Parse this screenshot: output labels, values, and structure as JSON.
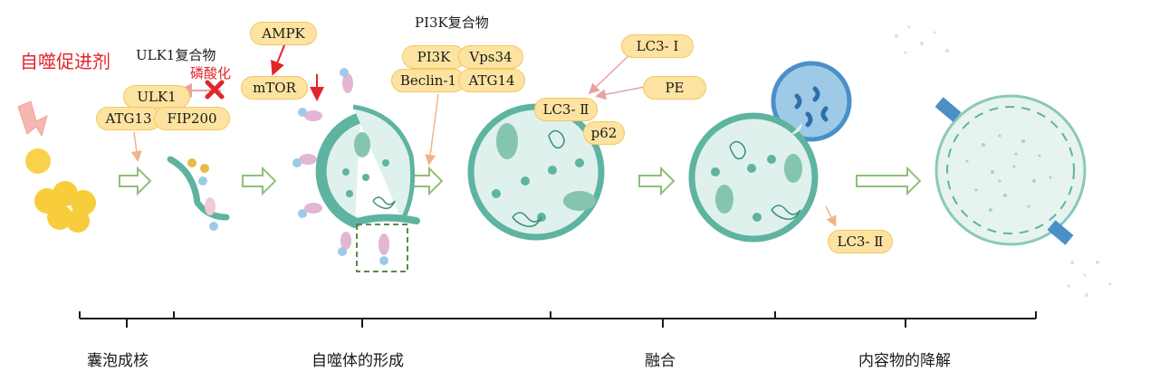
{
  "texts": {
    "inducer": "自噬促进剂",
    "ulk1_complex": "ULK1复合物",
    "phosphorylation": "磷酸化",
    "pi3k_complex": "PI3K复合物"
  },
  "molecules": {
    "ampk": "AMPK",
    "mtor": "mTOR",
    "ulk1": "ULK1",
    "atg13": "ATG13",
    "fip200": "FIP200",
    "pi3k": "PI3K",
    "vps34": "Vps34",
    "beclin1": "Beclin-1",
    "atg14": "ATG14",
    "lc3_i": "LC3- Ⅰ",
    "pe": "PE",
    "lc3_ii": "LC3- Ⅱ",
    "p62": "p62",
    "lc3_ii_2": "LC3- Ⅱ"
  },
  "stages": [
    "囊泡成核",
    "自噬体的形成",
    "融合",
    "内容物的降解"
  ],
  "colors": {
    "accent_red": "#e0262a",
    "pill_fill": "#fde3a1",
    "membrane": "#5fb3a1",
    "lumen": "#dff1ec",
    "lysosome": "#4a90c8",
    "arrow": "#8fbf7a"
  }
}
